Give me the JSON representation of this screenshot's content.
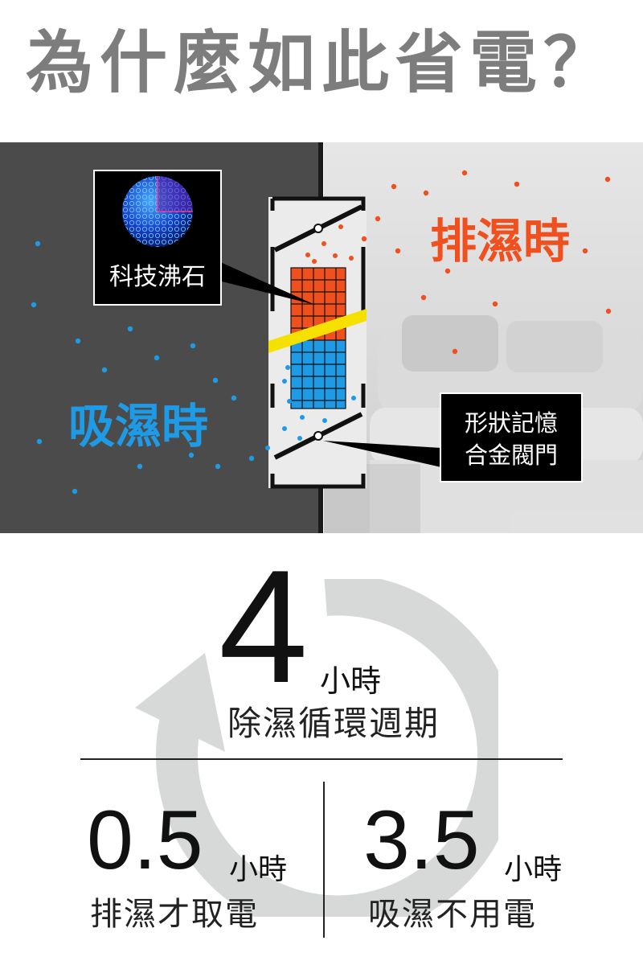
{
  "title": "為什麼如此省電？",
  "scene": {
    "absorb_label": "吸濕時",
    "release_label": "排濕時",
    "zeolite_label": "科技沸石",
    "valve_label_line1": "形狀記憶",
    "valve_label_line2": "合金閥門"
  },
  "cycle": {
    "hours": "4",
    "hours_unit": "小時",
    "cycle_label": "除濕循環週期"
  },
  "split": {
    "left": {
      "value": "0.5",
      "unit": "小時",
      "label": "排濕才取電"
    },
    "right": {
      "value": "3.5",
      "unit": "小時",
      "label": "吸濕不用電"
    }
  },
  "colors": {
    "title_gray": "#7d7d7d",
    "absorb_blue": "#1e9be6",
    "release_orange": "#f0501e",
    "divider_yellow": "#f5e000",
    "dark_panel": "#4b4b4b",
    "arrow_gray": "#d7d8d8"
  },
  "icons": [
    "zeolite-sphere-icon",
    "cycle-arrow-icon"
  ]
}
